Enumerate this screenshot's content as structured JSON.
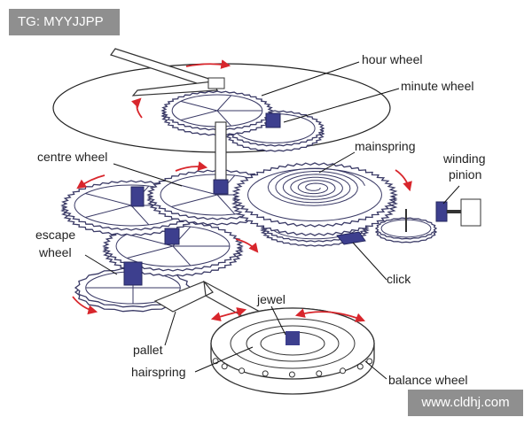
{
  "watermarks": {
    "top": "TG: MYYJJPP",
    "bottom": "www.cldhj.com"
  },
  "labels": {
    "hour_wheel": "hour wheel",
    "minute_wheel": "minute wheel",
    "centre_wheel": "centre wheel",
    "mainspring": "mainspring",
    "winding_pinion_line1": "winding",
    "winding_pinion_line2": "pinion",
    "escape_wheel_line1": "escape",
    "escape_wheel_line2": "wheel",
    "click": "click",
    "jewel": "jewel",
    "pallet": "pallet",
    "hairspring": "hairspring",
    "balance_wheel": "balance wheel"
  },
  "colors": {
    "outline": "#3a3a66",
    "pinion": "#3d3f8e",
    "arrow": "#d8262c",
    "badge": "#8f8f8f"
  }
}
